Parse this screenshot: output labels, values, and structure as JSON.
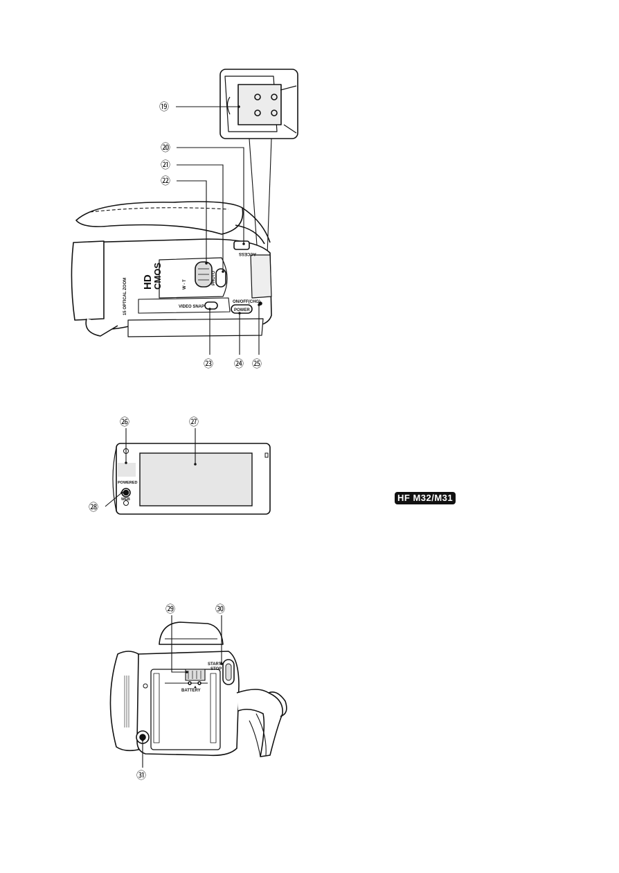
{
  "figures": {
    "side_view": {
      "callouts": [
        "⑲",
        "⑳",
        "㉑",
        "㉒",
        "㉓",
        "㉔",
        "㉕"
      ],
      "labels": {
        "optical_zoom": "15  OPTICAL ZOOM",
        "hd_logo": "HD",
        "cmos": "CMOS",
        "video_snap": "VIDEO SNAP",
        "power": "POWER",
        "on_off_chg": "ON/OFF(CHG)",
        "access": "ACCESS",
        "zoom_w_t": "W - T",
        "photo": "PHOTO"
      }
    },
    "lcd_view": {
      "callouts": [
        "㉖",
        "㉗",
        "㉘"
      ],
      "labels": {
        "powered": "POWERED",
        "web": "WEB"
      }
    },
    "rear_view": {
      "callouts": [
        "㉙",
        "㉚",
        "㉛"
      ],
      "labels": {
        "start_stop": "START/\nSTOP",
        "battery": "BATTERY"
      }
    }
  },
  "model_badge": "HF M32/M31"
}
